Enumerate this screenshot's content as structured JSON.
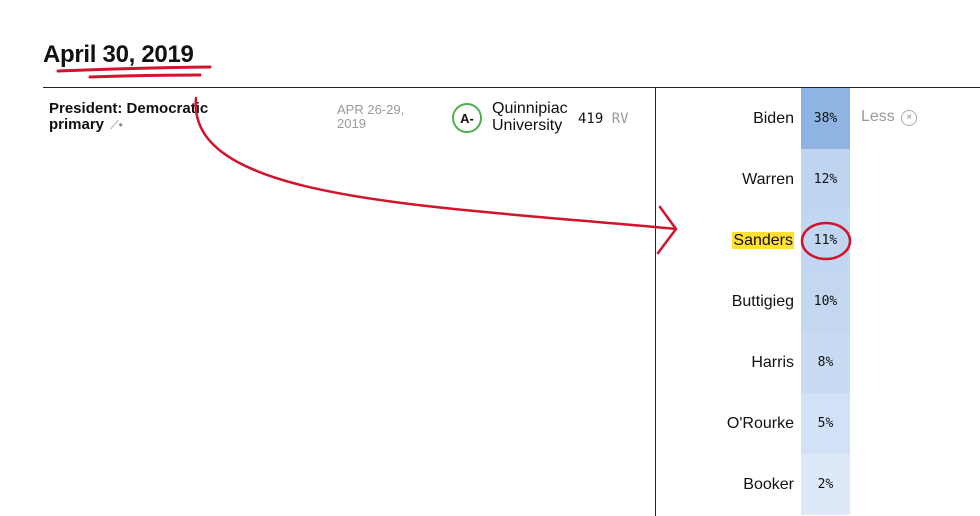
{
  "date_heading": "April 30, 2019",
  "poll": {
    "race": "President: Democratic primary",
    "race_line1": "President: Democratic",
    "race_line2": "primary",
    "chart_icon": "trend-icon",
    "dates": "APR 26-29, 2019",
    "dates_line1": "APR 26-29,",
    "dates_line2": "2019",
    "grade": "A-",
    "pollster_line1": "Quinnipiac",
    "pollster_line2": "University",
    "sample_size": "419",
    "population": "RV"
  },
  "results": [
    {
      "candidate": "Biden",
      "pct": "38%",
      "value": 38,
      "highlighted": false
    },
    {
      "candidate": "Warren",
      "pct": "12%",
      "value": 12,
      "highlighted": false
    },
    {
      "candidate": "Sanders",
      "pct": "11%",
      "value": 11,
      "highlighted": true
    },
    {
      "candidate": "Buttigieg",
      "pct": "10%",
      "value": 10,
      "highlighted": false
    },
    {
      "candidate": "Harris",
      "pct": "8%",
      "value": 8,
      "highlighted": false
    },
    {
      "candidate": "O'Rourke",
      "pct": "5%",
      "value": 5,
      "highlighted": false
    },
    {
      "candidate": "Booker",
      "pct": "2%",
      "value": 2,
      "highlighted": false
    }
  ],
  "less_label": "Less",
  "less_icon": "close-circle-icon",
  "colors": {
    "annotation_red": "#d0142c",
    "highlight_yellow": "#ffe033",
    "grade_green": "#4caf50",
    "cell_max": "#8fb4e3",
    "cell_min": "#eef4fc"
  }
}
